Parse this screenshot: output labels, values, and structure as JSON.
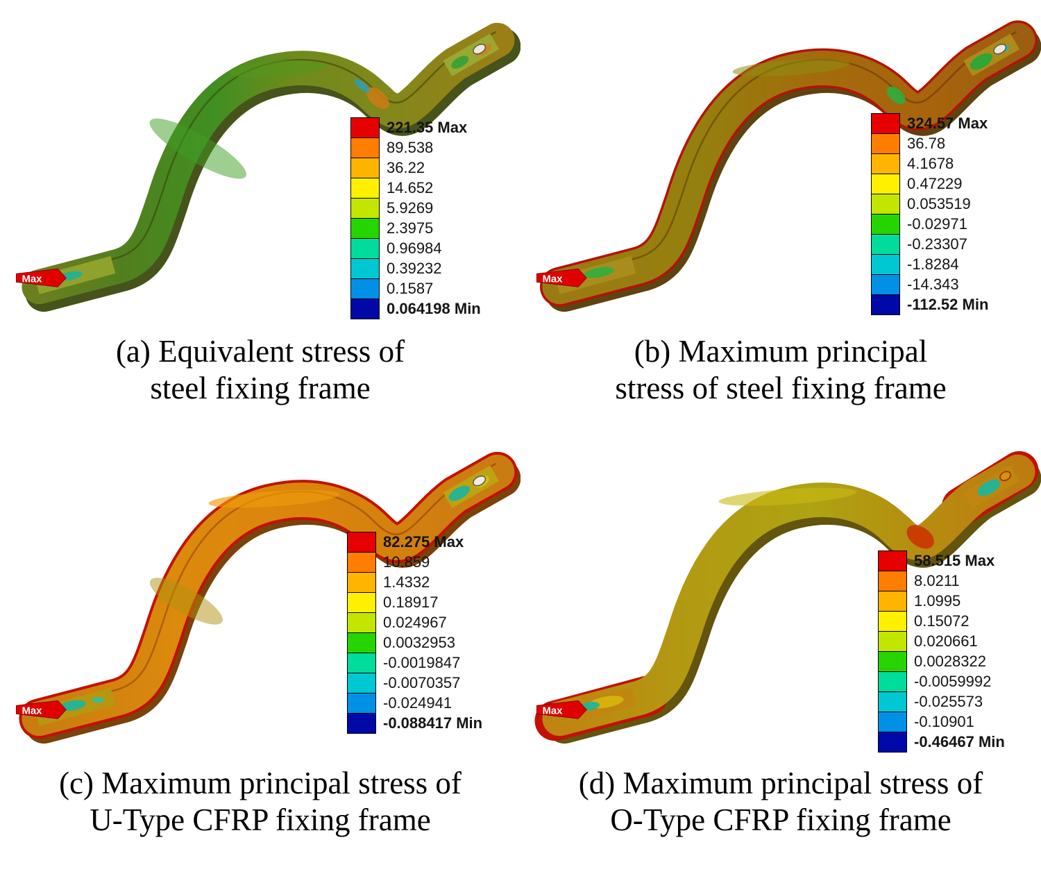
{
  "figure": {
    "background": "#ffffff",
    "legend_colors": [
      "#e60000",
      "#ff7d00",
      "#ffb400",
      "#fff000",
      "#c3e600",
      "#26d500",
      "#00dc9b",
      "#00c8d2",
      "#0091e6",
      "#0008a8"
    ],
    "panels": [
      {
        "id": "a",
        "caption_line1": "(a) Equivalent stress of",
        "caption_line2": "steel fixing frame",
        "max_tag": "Max",
        "legend": [
          {
            "value": "221.35 Max",
            "color": "#e60000",
            "weight": "700"
          },
          {
            "value": "89.538",
            "color": "#ff7d00",
            "weight": "400"
          },
          {
            "value": "36.22",
            "color": "#ffb400",
            "weight": "400"
          },
          {
            "value": "14.652",
            "color": "#fff000",
            "weight": "400"
          },
          {
            "value": "5.9269",
            "color": "#c3e600",
            "weight": "400"
          },
          {
            "value": "2.3975",
            "color": "#26d500",
            "weight": "400"
          },
          {
            "value": "0.96984",
            "color": "#00dc9b",
            "weight": "400"
          },
          {
            "value": "0.39232",
            "color": "#00c8d2",
            "weight": "400"
          },
          {
            "value": "0.1587",
            "color": "#0091e6",
            "weight": "400"
          },
          {
            "value": "0.064198 Min",
            "color": "#0008a8",
            "weight": "700"
          }
        ]
      },
      {
        "id": "b",
        "caption_line1": "(b) Maximum principal",
        "caption_line2": "stress of steel fixing frame",
        "max_tag": "Max",
        "legend": [
          {
            "value": "324.57 Max",
            "color": "#e60000",
            "weight": "700"
          },
          {
            "value": "36.78",
            "color": "#ff7d00",
            "weight": "400"
          },
          {
            "value": "4.1678",
            "color": "#ffb400",
            "weight": "400"
          },
          {
            "value": "0.47229",
            "color": "#fff000",
            "weight": "400"
          },
          {
            "value": "0.053519",
            "color": "#c3e600",
            "weight": "400"
          },
          {
            "value": "-0.02971",
            "color": "#26d500",
            "weight": "400"
          },
          {
            "value": "-0.23307",
            "color": "#00dc9b",
            "weight": "400"
          },
          {
            "value": "-1.8284",
            "color": "#00c8d2",
            "weight": "400"
          },
          {
            "value": "-14.343",
            "color": "#0091e6",
            "weight": "400"
          },
          {
            "value": "-112.52 Min",
            "color": "#0008a8",
            "weight": "700"
          }
        ]
      },
      {
        "id": "c",
        "caption_line1": "(c) Maximum principal stress of",
        "caption_line2": "U-Type CFRP fixing frame",
        "max_tag": "Max",
        "legend": [
          {
            "value": "82.275 Max",
            "color": "#e60000",
            "weight": "700"
          },
          {
            "value": "10.859",
            "color": "#ff7d00",
            "weight": "400"
          },
          {
            "value": "1.4332",
            "color": "#ffb400",
            "weight": "400"
          },
          {
            "value": "0.18917",
            "color": "#fff000",
            "weight": "400"
          },
          {
            "value": "0.024967",
            "color": "#c3e600",
            "weight": "400"
          },
          {
            "value": "0.0032953",
            "color": "#26d500",
            "weight": "400"
          },
          {
            "value": "-0.0019847",
            "color": "#00dc9b",
            "weight": "400"
          },
          {
            "value": "-0.0070357",
            "color": "#00c8d2",
            "weight": "400"
          },
          {
            "value": "-0.024941",
            "color": "#0091e6",
            "weight": "400"
          },
          {
            "value": "-0.088417 Min",
            "color": "#0008a8",
            "weight": "700"
          }
        ]
      },
      {
        "id": "d",
        "caption_line1": "(d) Maximum principal stress of",
        "caption_line2": "O-Type CFRP fixing frame",
        "max_tag": "Max",
        "legend": [
          {
            "value": "58.515 Max",
            "color": "#e60000",
            "weight": "700"
          },
          {
            "value": "8.0211",
            "color": "#ff7d00",
            "weight": "400"
          },
          {
            "value": "1.0995",
            "color": "#ffb400",
            "weight": "400"
          },
          {
            "value": "0.15072",
            "color": "#fff000",
            "weight": "400"
          },
          {
            "value": "0.020661",
            "color": "#c3e600",
            "weight": "400"
          },
          {
            "value": "0.0028322",
            "color": "#26d500",
            "weight": "400"
          },
          {
            "value": "-0.0059992",
            "color": "#00dc9b",
            "weight": "400"
          },
          {
            "value": "-0.025573",
            "color": "#00c8d2",
            "weight": "400"
          },
          {
            "value": "-0.10901",
            "color": "#0091e6",
            "weight": "400"
          },
          {
            "value": "-0.46467 Min",
            "color": "#0008a8",
            "weight": "700"
          }
        ]
      }
    ]
  },
  "chart_data": [
    {
      "type": "heatmap",
      "subfigure": "(a)",
      "title": "Equivalent stress of steel fixing frame",
      "max": 221.35,
      "min": 0.064198,
      "scale_values": [
        221.35,
        89.538,
        36.22,
        14.652,
        5.9269,
        2.3975,
        0.96984,
        0.39232,
        0.1587,
        0.064198
      ],
      "legend_position": "right",
      "max_marker_on_model": "Max"
    },
    {
      "type": "heatmap",
      "subfigure": "(b)",
      "title": "Maximum principal stress of steel fixing frame",
      "max": 324.57,
      "min": -112.52,
      "scale_values": [
        324.57,
        36.78,
        4.1678,
        0.47229,
        0.053519,
        -0.02971,
        -0.23307,
        -1.8284,
        -14.343,
        -112.52
      ],
      "legend_position": "right",
      "max_marker_on_model": "Max"
    },
    {
      "type": "heatmap",
      "subfigure": "(c)",
      "title": "Maximum principal stress of U-Type CFRP fixing frame",
      "max": 82.275,
      "min": -0.088417,
      "scale_values": [
        82.275,
        10.859,
        1.4332,
        0.18917,
        0.024967,
        0.0032953,
        -0.0019847,
        -0.0070357,
        -0.024941,
        -0.088417
      ],
      "legend_position": "right",
      "max_marker_on_model": "Max"
    },
    {
      "type": "heatmap",
      "subfigure": "(d)",
      "title": "Maximum principal stress of O-Type CFRP fixing frame",
      "max": 58.515,
      "min": -0.46467,
      "scale_values": [
        58.515,
        8.0211,
        1.0995,
        0.15072,
        0.020661,
        0.0028322,
        -0.0059992,
        -0.025573,
        -0.10901,
        -0.46467
      ],
      "legend_position": "right",
      "max_marker_on_model": "Max"
    }
  ]
}
